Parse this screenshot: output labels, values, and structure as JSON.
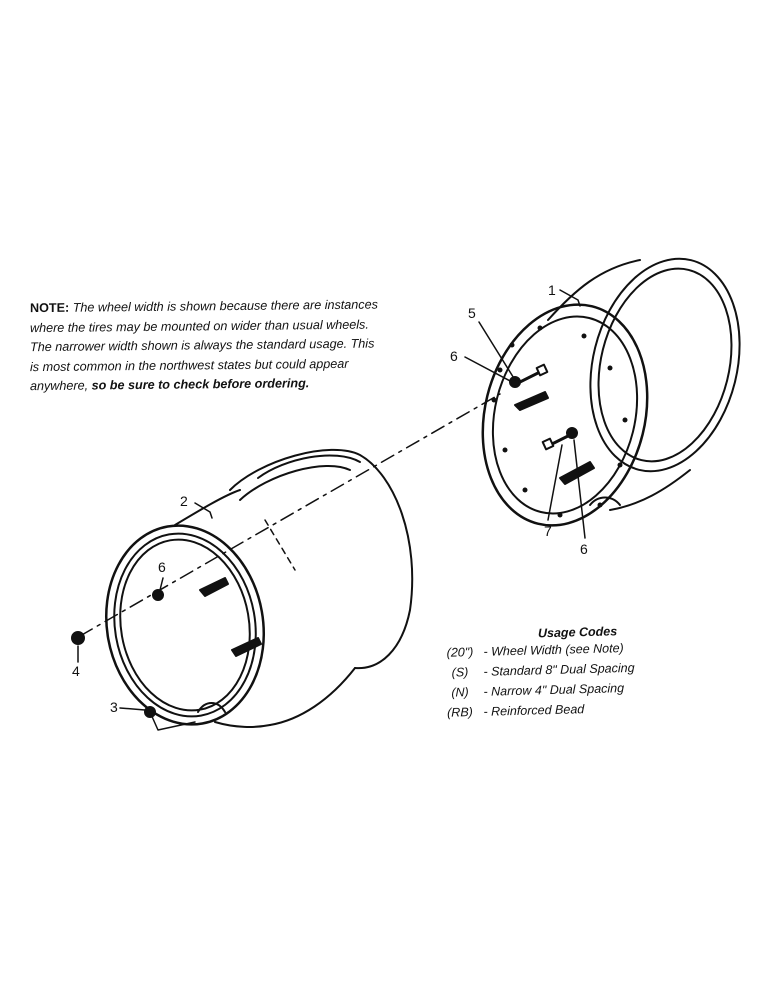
{
  "note": {
    "label": "NOTE:",
    "line1": "The wheel width is shown because there are instances",
    "line2": "where the tires may be mounted on wider than usual wheels.",
    "line3": "The narrower width shown is always the standard usage. This",
    "line4": "is most common in the northwest states but could appear",
    "line5_start": "anywhere,",
    "line5_emph": "so be sure to check before ordering."
  },
  "callouts": {
    "c1": "1",
    "c2": "2",
    "c3": "3",
    "c4": "4",
    "c5": "5",
    "c6a": "6",
    "c6b": "6",
    "c6c": "6",
    "c7": "7"
  },
  "usage": {
    "title": "Usage Codes",
    "rows": [
      {
        "code": "(20\")",
        "desc": "- Wheel Width (see Note)"
      },
      {
        "code": "(S)",
        "desc": "- Standard 8\" Dual Spacing"
      },
      {
        "code": "(N)",
        "desc": "- Narrow 4\" Dual Spacing"
      },
      {
        "code": "(RB)",
        "desc": "- Reinforced Bead"
      }
    ]
  }
}
